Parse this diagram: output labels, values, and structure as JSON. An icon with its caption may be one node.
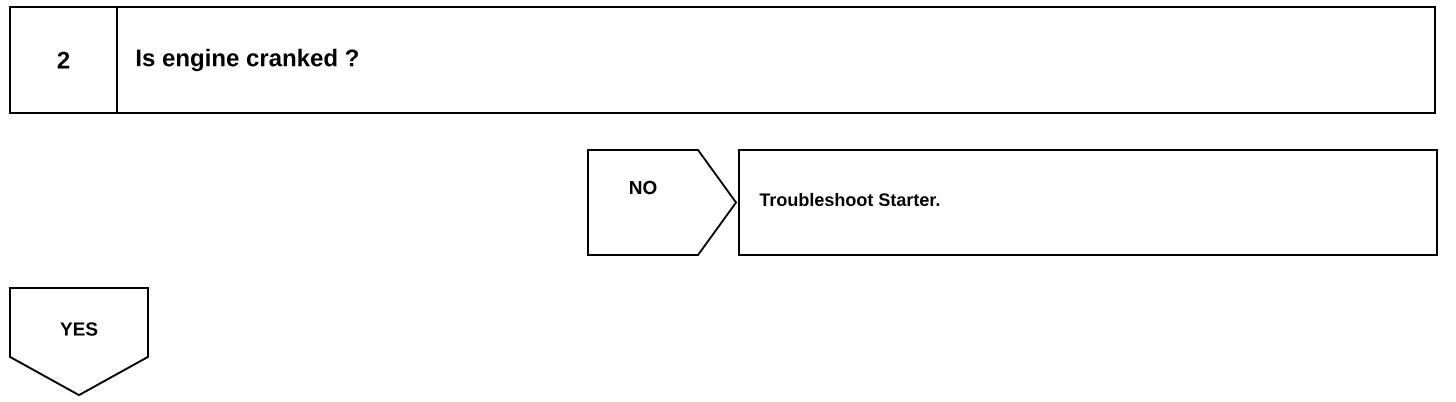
{
  "diagram": {
    "nodes": [
      {
        "text": [
          "2",
          "Is engine cranked ?"
        ]
      },
      {
        "text": [
          "Troubleshoot Starter."
        ]
      },
      {
        "text": [
          "YES"
        ]
      }
    ],
    "edges": [
      {
        "from": 0,
        "to": 1,
        "arrow": "to",
        "label": "NO"
      }
    ]
  }
}
